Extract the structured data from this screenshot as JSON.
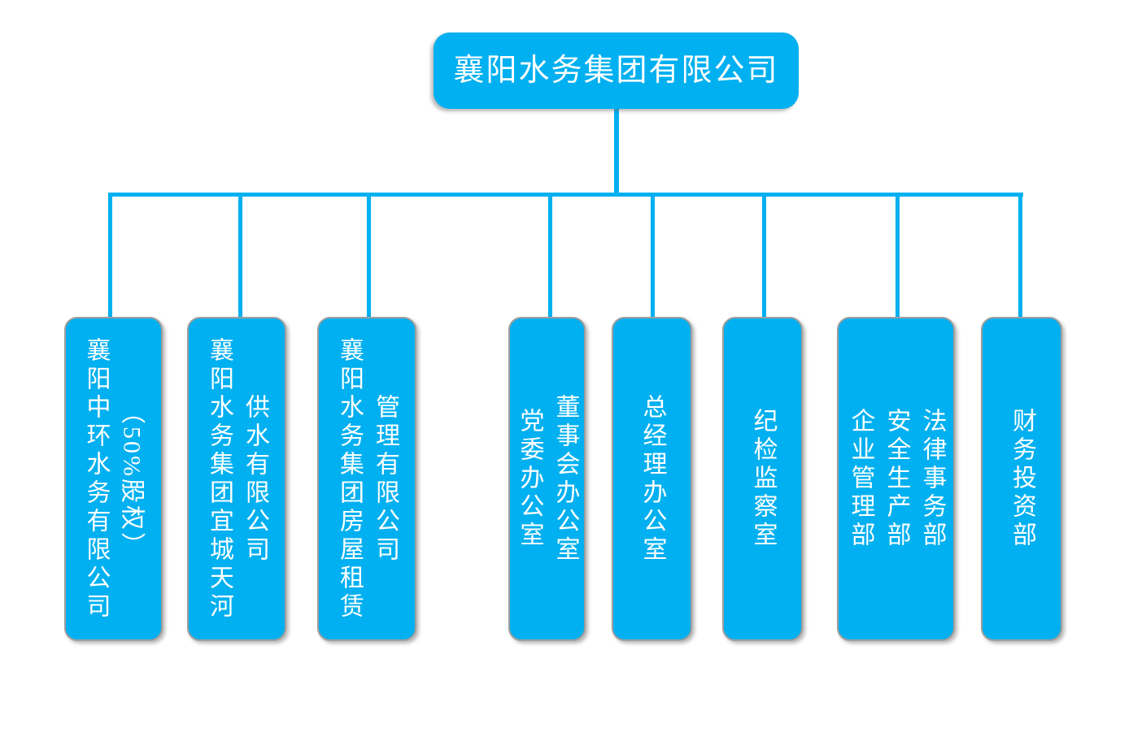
{
  "org": {
    "root": {
      "label": "襄阳水务集团有限公司"
    },
    "children": [
      {
        "lines": [
          "襄阳中环水务有限公司",
          "（50%股权）"
        ]
      },
      {
        "lines": [
          "襄阳水务集团宜城天河",
          "供水有限公司"
        ]
      },
      {
        "lines": [
          "襄阳水务集团房屋租赁",
          "管理有限公司"
        ]
      },
      {
        "lines": [
          "党委办公室",
          "董事会办公室"
        ]
      },
      {
        "lines": [
          "总经理办公室"
        ]
      },
      {
        "lines": [
          "纪检监察室"
        ]
      },
      {
        "lines": [
          "企业管理部",
          "安全生产部",
          "法律事务部"
        ]
      },
      {
        "lines": [
          "财务投资部"
        ]
      }
    ],
    "colors": {
      "node_fill": "#00b0f0",
      "connector": "#00b0f0",
      "node_border": "#9e9e9e",
      "text": "#ffffff",
      "background": "#ffffff"
    }
  }
}
